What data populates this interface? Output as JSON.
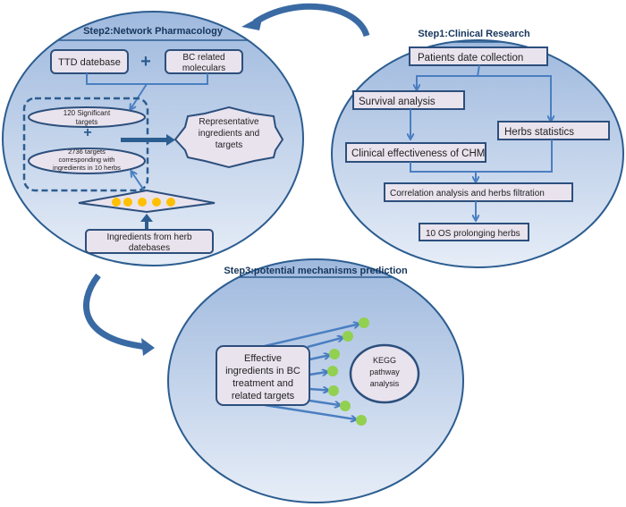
{
  "colors": {
    "circle_stroke": "#2c5d90",
    "circle_top": "#9fb9de",
    "circle_bottom": "#e6edf7",
    "box_fill": "#e9e3ee",
    "box_stroke": "#2c4f7c",
    "arrow": "#4a7fc1",
    "curved_arrow": "#3a6aa3",
    "title_text": "#16365c",
    "yellow_dot": "#ffc000",
    "green_dot": "#92d050"
  },
  "step1": {
    "title": "Step1:Clinical Research",
    "patients": "Patients date collection",
    "survival": "Survival analysis",
    "herbs_stats": "Herbs statistics",
    "clinical": "Clinical effectiveness of CHM",
    "correlation": "Correlation analysis  and herbs filtration",
    "os_herbs": "10 OS prolonging herbs"
  },
  "step2": {
    "title": "Step2:Network Pharmacology",
    "ttd": "TTD datebase",
    "plus": "+",
    "bc_line1": "BC related",
    "bc_line2": "moleculars",
    "sig_line1": "120 Significant",
    "sig_line2": "targets",
    "t2736_line1": "2736  targets",
    "t2736_line2": "corresponding  with",
    "t2736_line3": "ingredients in 10 herbs",
    "rep_line1": "Representative",
    "rep_line2": "ingredients and",
    "rep_line3": "targets",
    "herb_db_line1": "Ingredients from herb",
    "herb_db_line2": "datebases",
    "dot_count": 5
  },
  "step3": {
    "title": "Step3:potential mechanisms prediction",
    "eff_line1": "Effective",
    "eff_line2": "ingredients in BC",
    "eff_line3": "treatment and",
    "eff_line4": "related targets",
    "kegg_line1": "KEGG",
    "kegg_line2": "pathway",
    "kegg_line3": "analysis",
    "target_count": 7
  }
}
